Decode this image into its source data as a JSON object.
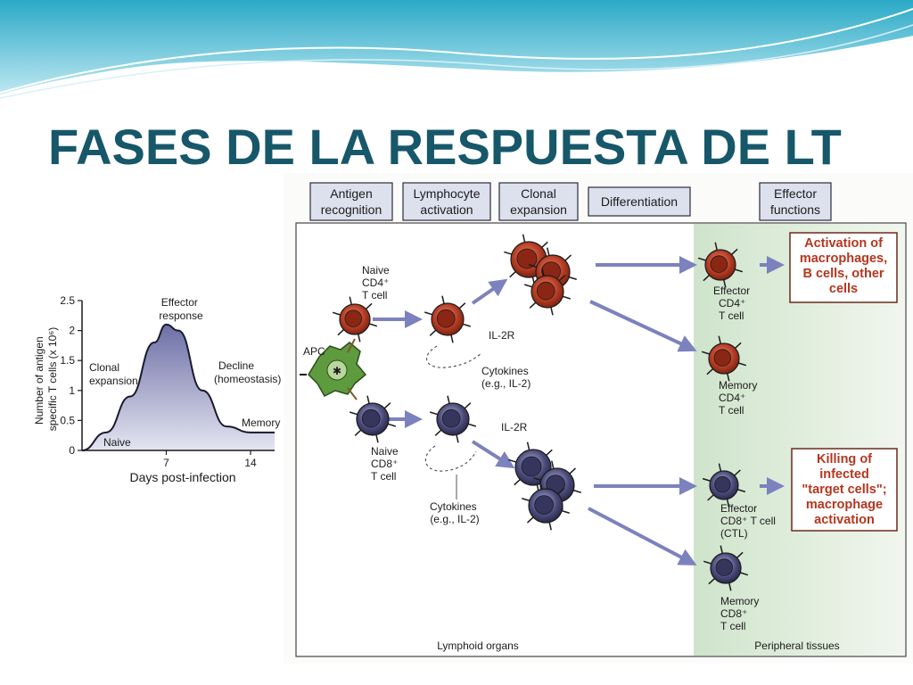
{
  "slide": {
    "title": "FASES DE LA RESPUESTA DE LT"
  },
  "graph": {
    "y_axis_label": [
      "Number of antigen",
      "specific T cells (x 10⁶)"
    ],
    "x_axis_label": "Days  post-infection",
    "y_ticks": [
      "2.5",
      "2",
      "1.5",
      "1",
      "0.5",
      "0"
    ],
    "x_ticks": [
      "7",
      "14"
    ],
    "annotations": {
      "effector": [
        "Effector",
        "response"
      ],
      "clonal": [
        "Clonal",
        "expansion"
      ],
      "decline": [
        "Decline",
        "(homeostasis)"
      ],
      "memory": "Memory",
      "naive": "Naive"
    }
  },
  "chart_data": {
    "type": "area",
    "x": [
      0,
      2,
      4,
      6,
      7,
      8,
      10,
      12,
      14,
      16
    ],
    "values": [
      0,
      0.3,
      0.9,
      1.8,
      2.1,
      2.0,
      1.0,
      0.4,
      0.3,
      0.3
    ],
    "xlabel": "Days  post-infection",
    "ylabel": "Number of antigen specific T cells (x 10⁶)",
    "xlim": [
      0,
      16
    ],
    "ylim": [
      0,
      2.5
    ],
    "grid": false,
    "colors": {
      "fill_top": "#6d6fa6",
      "fill_bottom": "#e4e5f1",
      "line": "#1a1a2e"
    }
  },
  "phases": [
    [
      "Antigen",
      "recognition"
    ],
    [
      "Lymphocyte",
      "activation"
    ],
    [
      "Clonal",
      "expansion"
    ],
    [
      "Differentiation"
    ],
    [
      "Effector",
      "functions"
    ]
  ],
  "cells": {
    "apc": "APC",
    "naive_cd4": [
      "Naive",
      "CD4⁺",
      "T cell"
    ],
    "naive_cd8": [
      "Naive",
      "CD8⁺",
      "T cell"
    ],
    "il2r_top": "IL-2R",
    "il2r_bottom": "IL-2R",
    "cytokines_top": [
      "Cytokines",
      "(e.g., IL-2)"
    ],
    "cytokines_bottom": [
      "Cytokines",
      "(e.g., IL-2)"
    ],
    "effector_cd4": [
      "Effector",
      "CD4⁺",
      "T cell"
    ],
    "memory_cd4": [
      "Memory",
      "CD4⁺",
      "T cell"
    ],
    "effector_cd8": [
      "Effector",
      "CD8⁺ T cell",
      "(CTL)"
    ],
    "memory_cd8": [
      "Memory",
      "CD8⁺",
      "T cell"
    ]
  },
  "effects": {
    "cd4": [
      "Activation of",
      "macrophages,",
      "B cells, other",
      "cells"
    ],
    "cd8": [
      "Killing of",
      "infected",
      "\"target cells\";",
      "macrophage",
      "activation"
    ]
  },
  "regions": {
    "lymphoid": "Lymphoid organs",
    "peripheral": "Peripheral tissues"
  },
  "colors": {
    "title": "#17576a",
    "cd4_cell": "#b23a22",
    "cd8_cell": "#4a4a7a",
    "apc": "#5e9a3e",
    "arrow": "#7b82bd",
    "effect_text": "#b5361e",
    "peripheral_bg": "#d8ead4"
  }
}
